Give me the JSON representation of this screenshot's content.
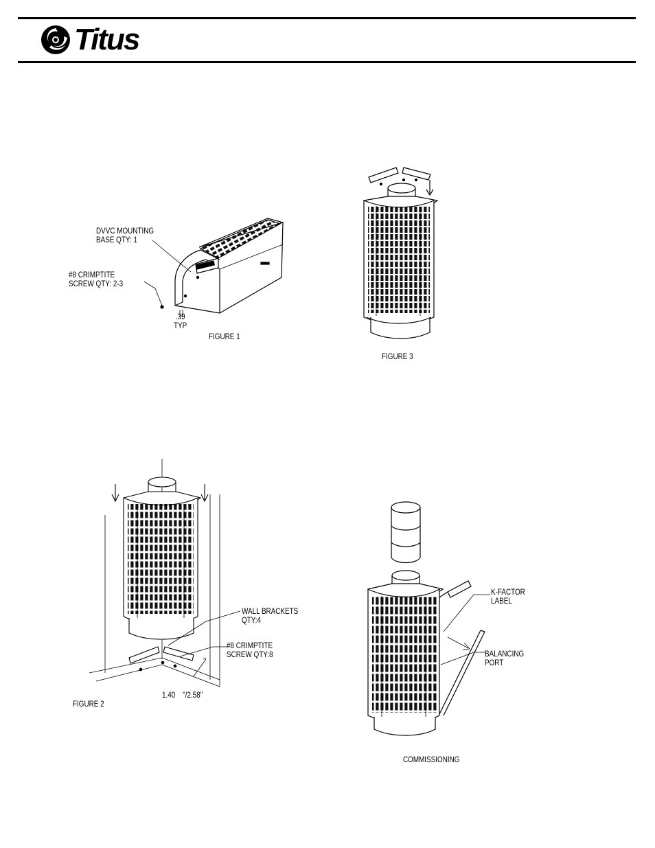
{
  "header": {
    "brand": "Titus"
  },
  "figure1": {
    "caption": "FIGURE 1",
    "mounting_label": "DVVC MOUNTING\nBASE QTY: 1",
    "screw_label": "#8 CRIMPTITE\nSCREW QTY: 2-3",
    "dim_label": ".39\nTYP"
  },
  "figure2": {
    "caption": "FIGURE 2",
    "brackets_label": "WALL BRACKETS\nQTY:4",
    "screw_label": "#8 CRIMPTITE\nSCREW QTY:8",
    "dim_label": "1.40    \"/2.58\""
  },
  "figure3": {
    "caption": "FIGURE 3"
  },
  "commissioning": {
    "caption": "COMMISSIONING",
    "kfactor_label": "K-FACTOR\nLABEL",
    "port_label": "BALANCING\nPORT"
  }
}
